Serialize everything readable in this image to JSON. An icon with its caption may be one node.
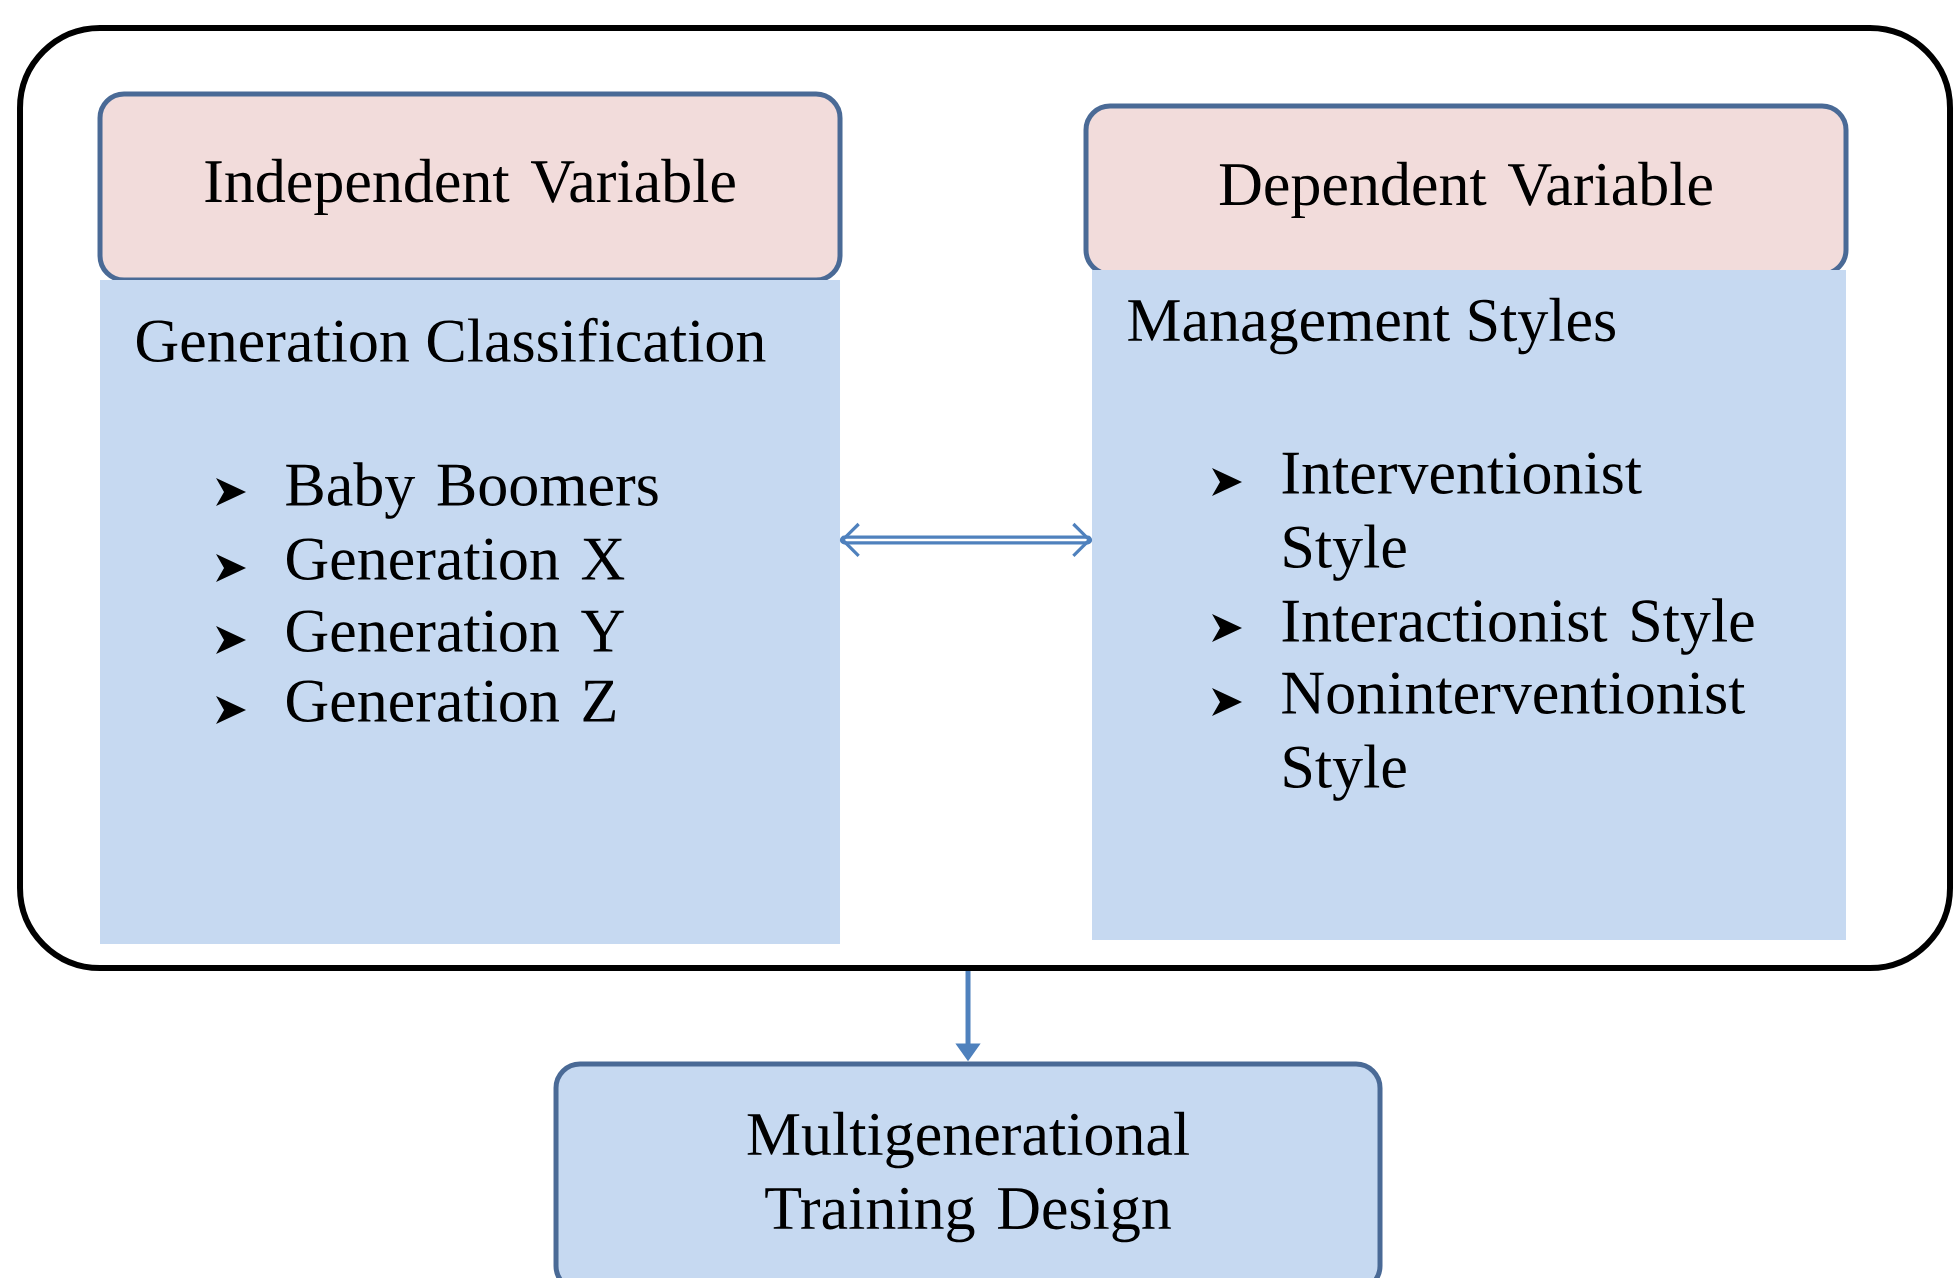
{
  "diagram": {
    "nodes": [
      {
        "text": [],
        "shape": "box"
      },
      {
        "text": [
          "Independent Variable"
        ],
        "in": 0
      },
      {
        "text": [
          "Generation Classification",
          "Baby Boomers",
          "Generation X",
          "Generation Y",
          "Generation Z"
        ],
        "in": 0
      },
      {
        "text": [
          "Dependent Variable"
        ],
        "in": 0
      },
      {
        "text": [
          "Management Styles",
          "Interventionist Style",
          "Interactionist Style",
          "Noninterventionist Style"
        ],
        "in": 0
      },
      {
        "text": [
          "Multigenerational Training Design"
        ]
      }
    ],
    "edges": [
      {
        "from": 2,
        "to": 4,
        "arrow": "both"
      },
      {
        "from": 0,
        "to": 5,
        "arrow": "to"
      }
    ]
  }
}
